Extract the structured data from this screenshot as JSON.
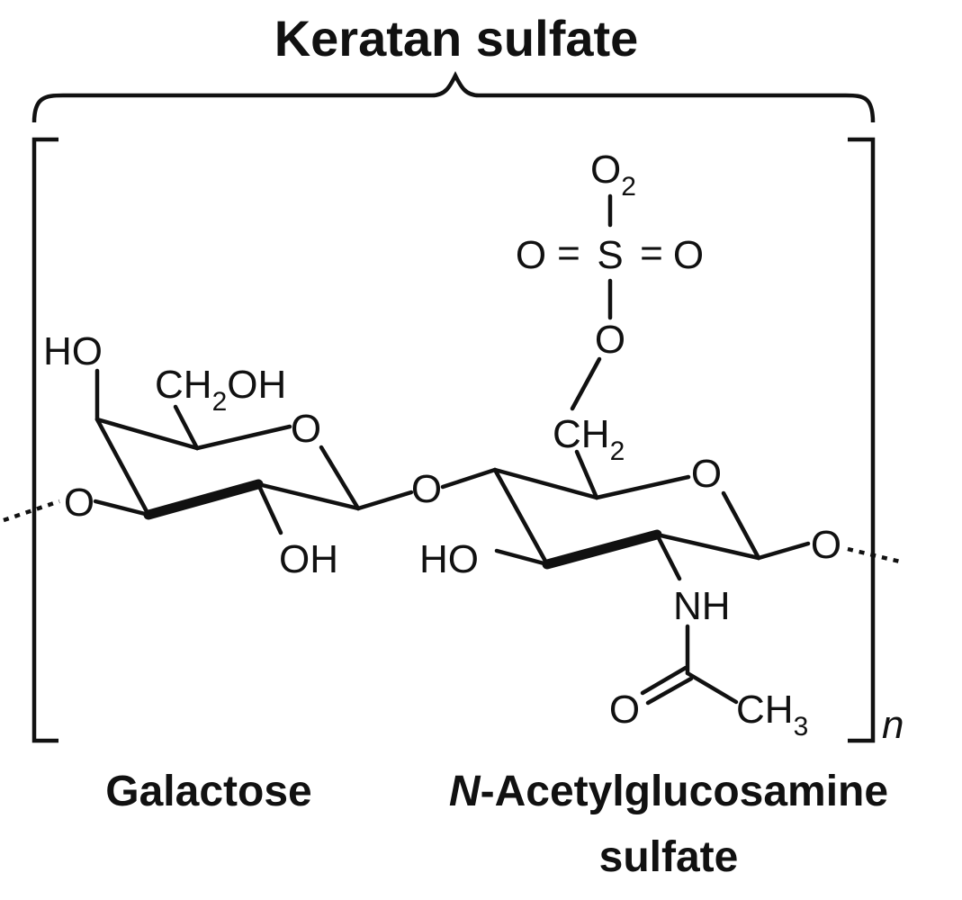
{
  "title": "Keratan sulfate",
  "repeat_label": "n",
  "captions": {
    "galactose": "Galactose",
    "nacetyl_prefix": "N",
    "nacetyl_rest": "-Acetylglucosamine",
    "nacetyl_line2": "sulfate"
  },
  "atoms": {
    "galactose": {
      "ho_top": "HO",
      "ch2oh_main": "CH",
      "ch2oh_sub": "2",
      "ch2oh_tail": "OH",
      "ring_o": "O",
      "oh_bottom": "OH",
      "o_left": "O"
    },
    "linkage_o": "O",
    "glcnac": {
      "ring_o": "O",
      "ho_left": "HO",
      "ch2_main": "CH",
      "ch2_sub": "2",
      "o_right": "O",
      "nh": "NH",
      "carbonyl_o": "O",
      "ch3_main": "CH",
      "ch3_sub": "3"
    },
    "sulfate": {
      "o2_main": "O",
      "o2_sub": "2",
      "s": "S",
      "o_left": "O",
      "o_right": "O",
      "o_bottom": "O"
    }
  },
  "bond_symbols": {
    "double_left": "=",
    "double_right": "="
  }
}
